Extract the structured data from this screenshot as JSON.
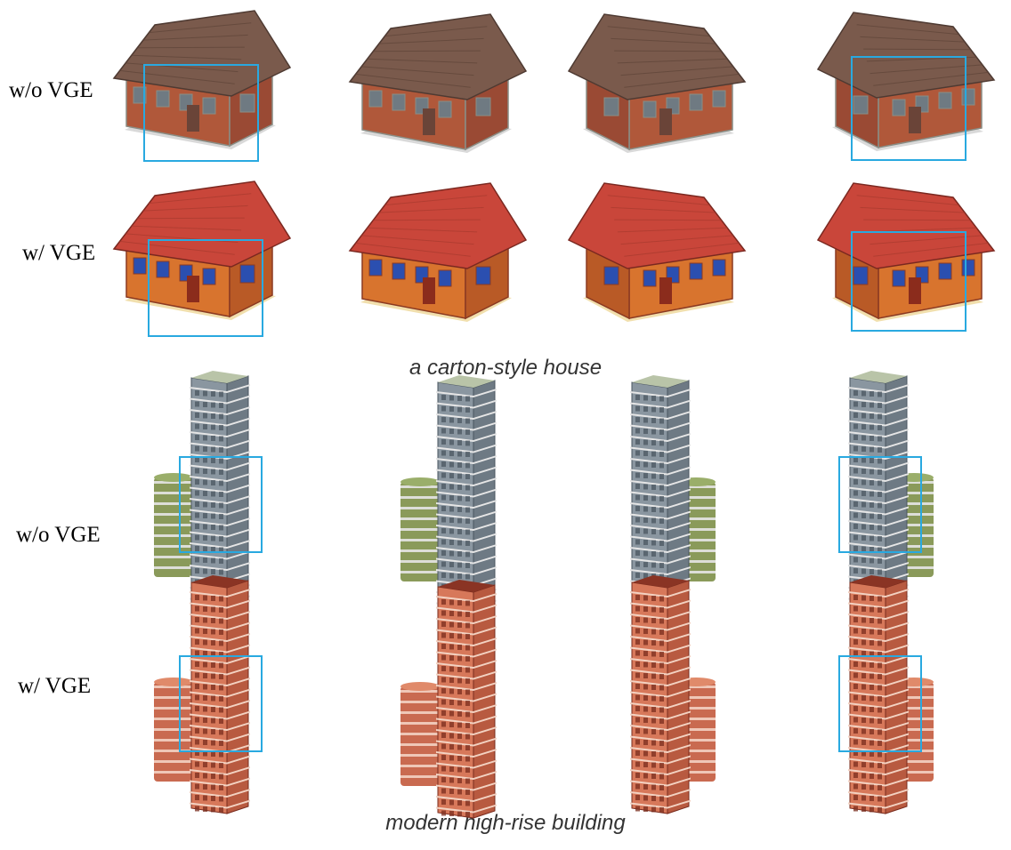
{
  "figure": {
    "groups": [
      {
        "caption": "a carton-style house",
        "rows": [
          {
            "label": "w/o VGE",
            "palette": "unstyled"
          },
          {
            "label": "w/ VGE",
            "palette": "styled"
          }
        ],
        "views_per_row": 4,
        "subject": "house"
      },
      {
        "caption": "modern high-rise building",
        "rows": [
          {
            "label": "w/o VGE",
            "palette": "unstyled"
          },
          {
            "label": "w/ VGE",
            "palette": "styled"
          }
        ],
        "views_per_row": 4,
        "subject": "tower"
      }
    ],
    "highlight_color": "#29a9e0",
    "colors": {
      "unstyled_roof": "#7a5a4c",
      "unstyled_wall": "#b0583a",
      "unstyled_trim": "#8a8e86",
      "styled_roof": "#c9463a",
      "styled_wall": "#d8742e",
      "styled_window": "#2b4fb0",
      "tower_unstyled_body": "#8a96a0",
      "tower_unstyled_green": "#8a9a5a",
      "tower_styled_body": "#d7785a",
      "tower_styled_dark": "#7a2c1e"
    }
  }
}
